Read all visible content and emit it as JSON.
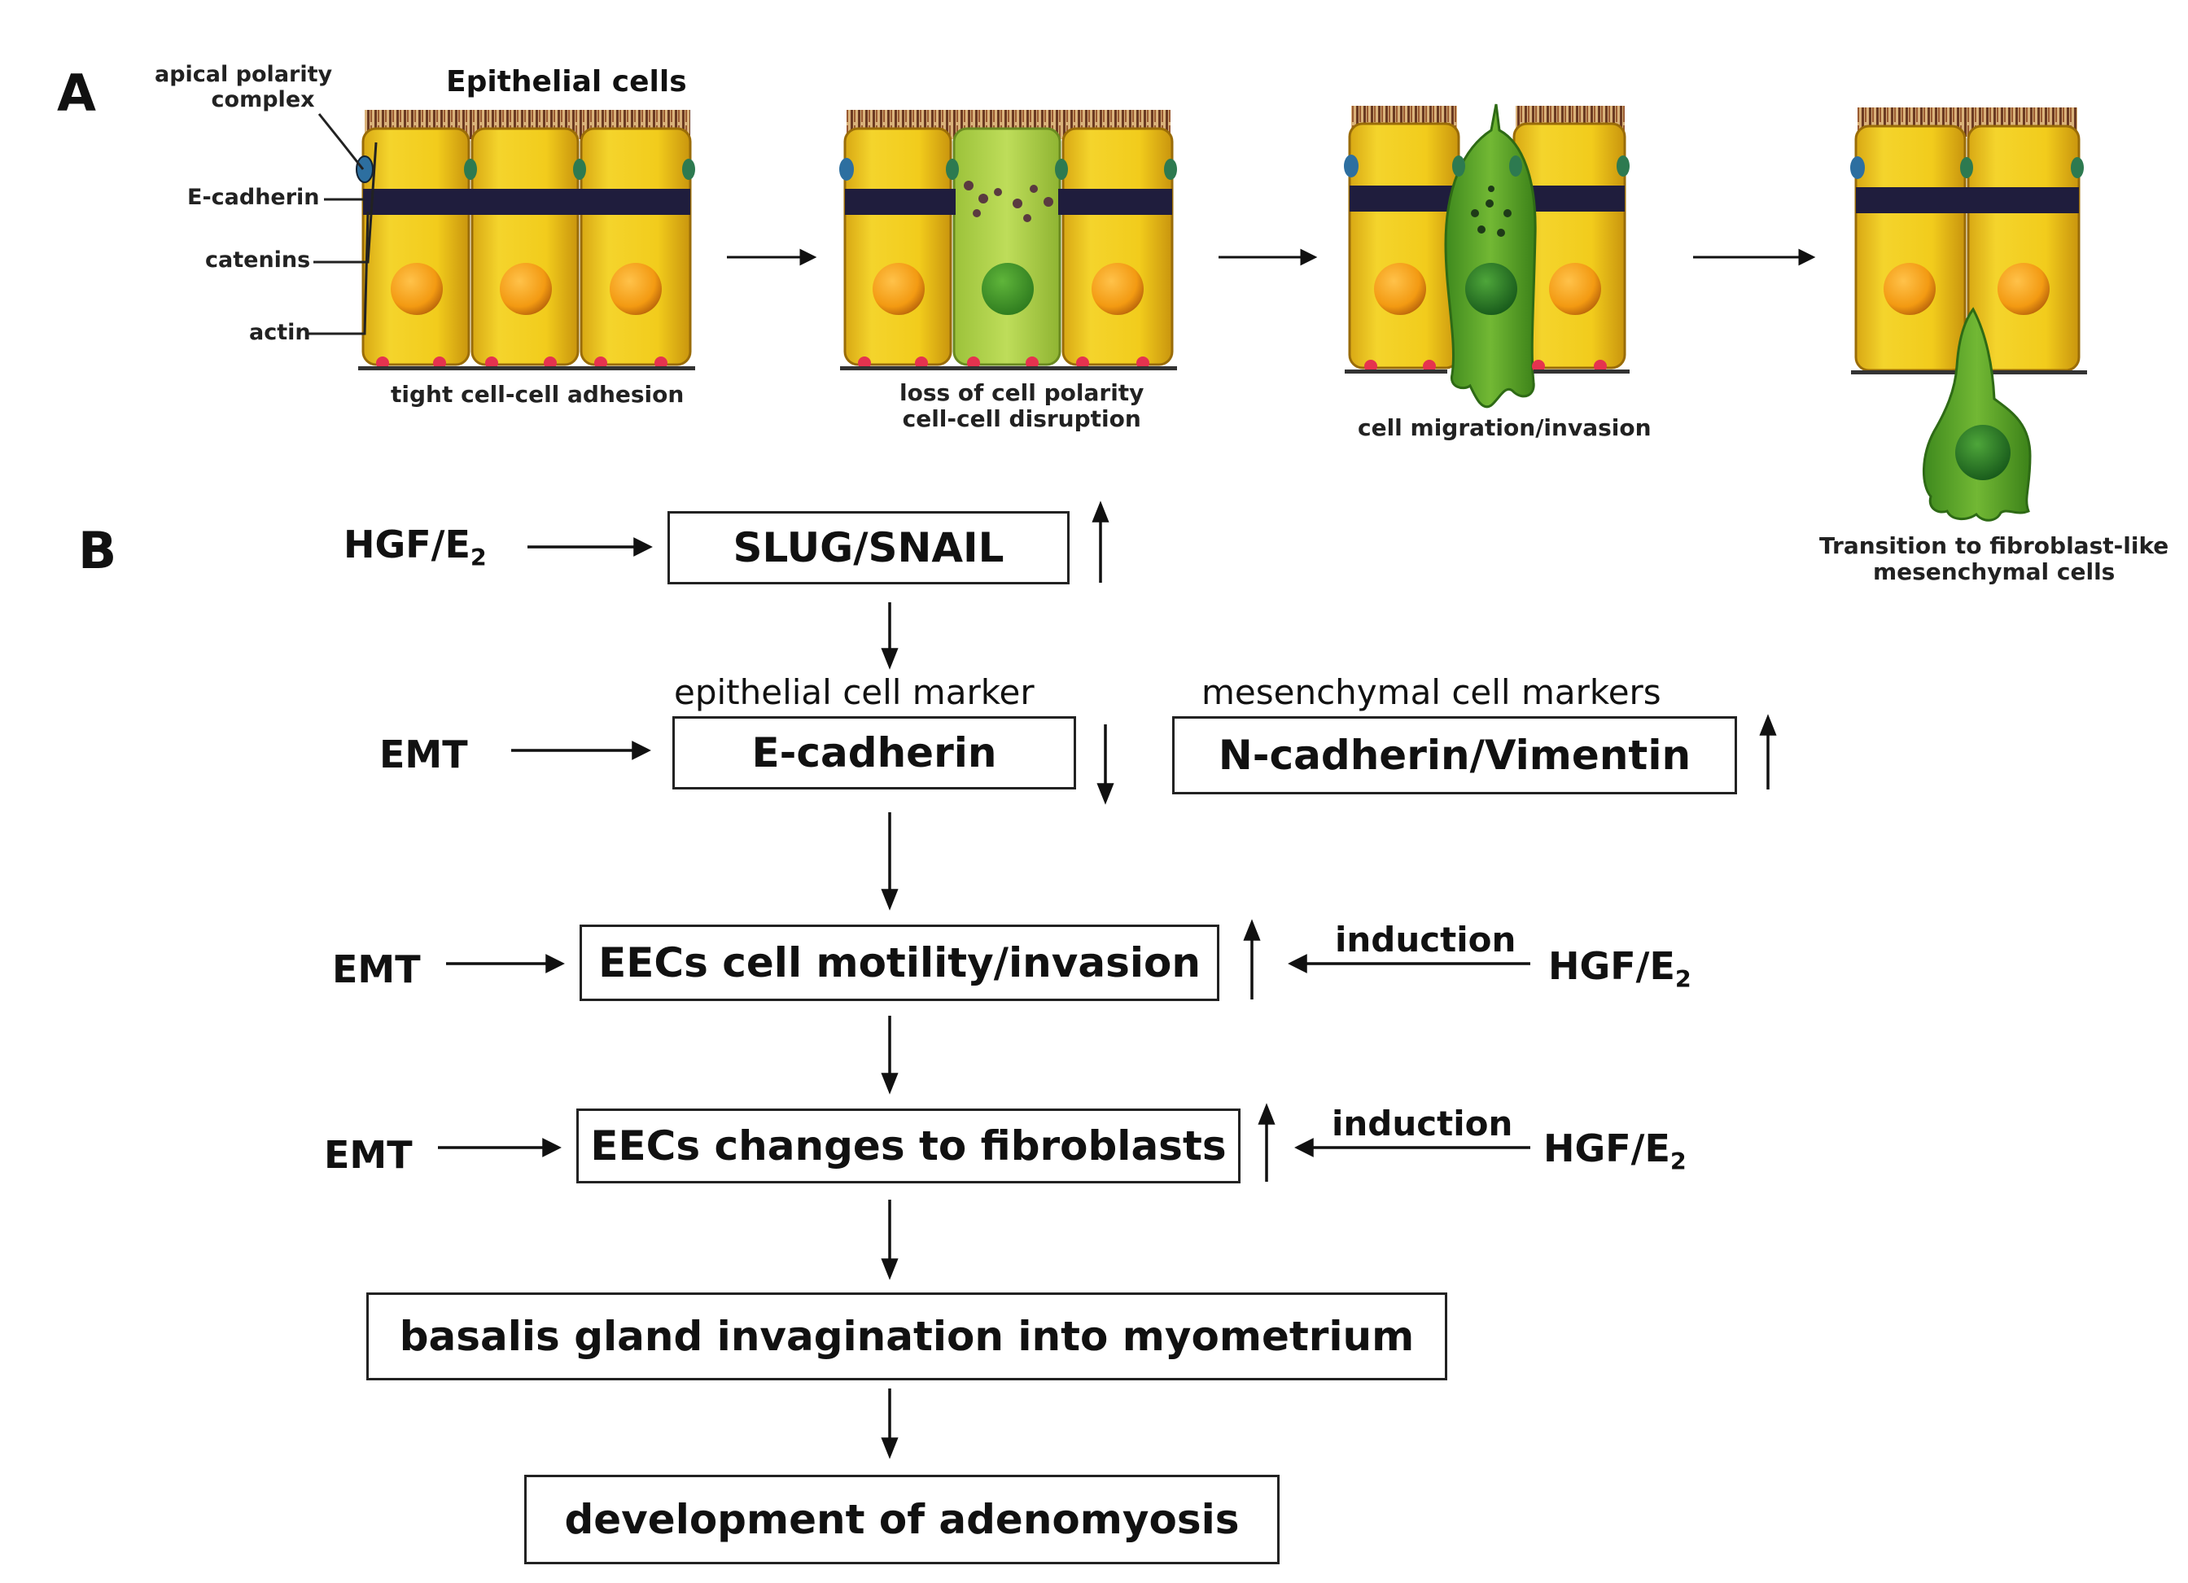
{
  "panel_a": {
    "letter": "A",
    "labels": {
      "apical_line1": "apical polarity",
      "apical_line2": "complex",
      "epithelial_cells": "Epithelial cells",
      "e_cadherin": "E-cadherin",
      "catenins": "catenins",
      "actin": "actin"
    },
    "captions": {
      "stage1": "tight cell-cell adhesion",
      "stage2_line1": "loss of cell polarity",
      "stage2_line2": "cell-cell disruption",
      "stage3": "cell migration/invasion",
      "stage4_line1": "Transition to fibroblast-like",
      "stage4_line2": "mesenchymal cells"
    },
    "colors": {
      "epithelial_cell": "#f2cc1c",
      "nucleus": "#f39a12",
      "junction_band": "#1f1d3d",
      "mesenchymal_cell": "#66ad2c",
      "mesenchymal_nucleus": "#1f6b22",
      "microvilli": "#6b3a22"
    }
  },
  "panel_b": {
    "letter": "B",
    "row1": {
      "input": "HGF/E",
      "input_sub": "2",
      "box": "SLUG/SNAIL",
      "trend": "up"
    },
    "row2": {
      "input": "EMT",
      "epi_heading": "epithelial cell marker",
      "epi_box": "E-cadherin",
      "epi_trend": "down",
      "mes_heading": "mesenchymal cell markers",
      "mes_box": "N-cadherin/Vimentin",
      "mes_trend": "up"
    },
    "row3": {
      "input": "EMT",
      "box": "EECs cell motility/invasion",
      "trend": "up",
      "induction": "induction",
      "factor": "HGF/E",
      "factor_sub": "2"
    },
    "row4": {
      "input": "EMT",
      "box": "EECs changes to fibroblasts",
      "trend": "up",
      "induction": "induction",
      "factor": "HGF/E",
      "factor_sub": "2"
    },
    "row5": {
      "box": "basalis gland invagination into myometrium"
    },
    "row6": {
      "box": "development of adenomyosis"
    }
  }
}
